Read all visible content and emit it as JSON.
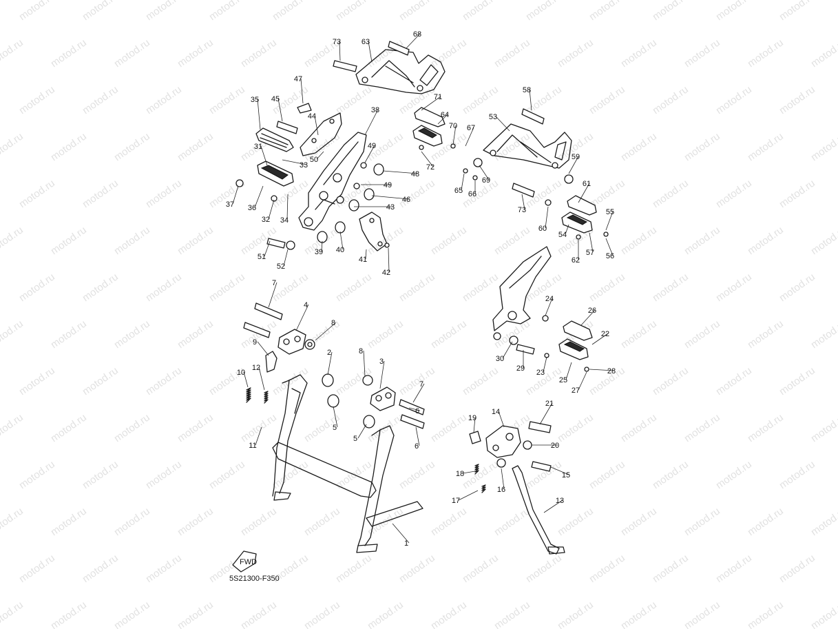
{
  "diagram_code": "5S21300-F350",
  "watermark_text": "motod.ru",
  "fwd_label": "FWD",
  "ink_color": "#1a1a1a",
  "watermark_color": "#c9c9c9",
  "callouts": [
    "1",
    "2",
    "3",
    "4",
    "5",
    "5",
    "6",
    "6",
    "7",
    "7",
    "8",
    "8",
    "9",
    "10",
    "11",
    "12",
    "13",
    "14",
    "15",
    "16",
    "17",
    "18",
    "19",
    "20",
    "21",
    "22",
    "23",
    "24",
    "25",
    "26",
    "27",
    "28",
    "29",
    "30",
    "31",
    "32",
    "33",
    "34",
    "35",
    "36",
    "37",
    "38",
    "39",
    "40",
    "41",
    "42",
    "43",
    "44",
    "45",
    "46",
    "47",
    "48",
    "49",
    "49",
    "50",
    "51",
    "52",
    "53",
    "54",
    "55",
    "56",
    "57",
    "58",
    "59",
    "60",
    "61",
    "62",
    "63",
    "64",
    "65",
    "66",
    "67",
    "68",
    "69",
    "70",
    "71",
    "72",
    "73",
    "73"
  ]
}
